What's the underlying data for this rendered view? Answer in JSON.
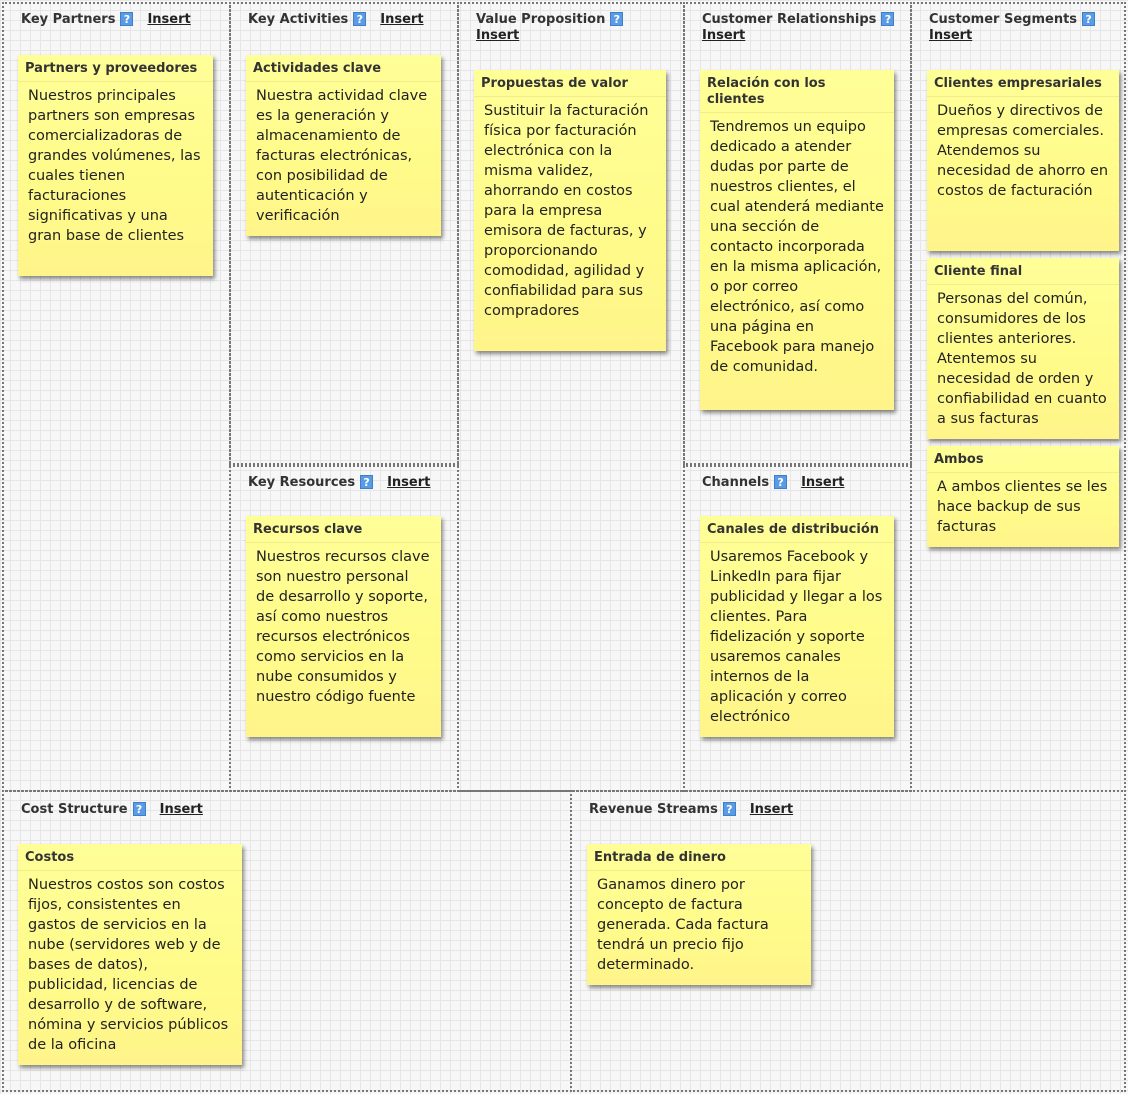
{
  "sections": {
    "key_partners": {
      "title": "Key Partners",
      "help": "?",
      "insert": "Insert"
    },
    "key_activities": {
      "title": "Key Activities",
      "help": "?",
      "insert": "Insert"
    },
    "key_resources": {
      "title": "Key Resources",
      "help": "?",
      "insert": "Insert"
    },
    "value_proposition": {
      "title": "Value Proposition",
      "help": "?",
      "insert": "Insert"
    },
    "customer_relationships": {
      "title": "Customer Relationships",
      "help": "?",
      "insert": "Insert"
    },
    "channels": {
      "title": "Channels",
      "help": "?",
      "insert": "Insert"
    },
    "customer_segments": {
      "title": "Customer Segments",
      "help": "?",
      "insert": "Insert"
    },
    "cost_structure": {
      "title": "Cost Structure",
      "help": "?",
      "insert": "Insert"
    },
    "revenue_streams": {
      "title": "Revenue Streams",
      "help": "?",
      "insert": "Insert"
    }
  },
  "notes": {
    "partners": {
      "title": "Partners y proveedores",
      "body": "Nuestros principales partners son empresas comercializadoras de grandes volúmenes, las cuales tienen facturaciones significativas y una gran base de clientes"
    },
    "activities": {
      "title": "Actividades clave",
      "body": "Nuestra actividad clave es la generación y almacenamiento de facturas electrónicas, con posibilidad de autenticación y verificación"
    },
    "resources": {
      "title": "Recursos clave",
      "body": "Nuestros recursos clave son nuestro personal de desarrollo y soporte, así como nuestros recursos electrónicos como servicios en la nube consumidos y nuestro código fuente"
    },
    "value": {
      "title": "Propuestas de valor",
      "body": "Sustituir la facturación física por facturación electrónica con la misma validez, ahorrando en costos para la empresa emisora de facturas, y proporcionando comodidad, agilidad y confiabilidad para sus compradores"
    },
    "relationship": {
      "title": "Relación con los clientes",
      "body": "Tendremos un equipo dedicado a atender dudas por parte de nuestros clientes, el cual atenderá mediante una sección de contacto incorporada en la misma aplicación, o por correo electrónico, así como una página en Facebook para manejo de comunidad."
    },
    "channels": {
      "title": "Canales de distribución",
      "body": "Usaremos Facebook y LinkedIn para fijar publicidad y llegar a los clientes. Para fidelización y soporte usaremos canales internos de la aplicación y correo electrónico"
    },
    "seg_business": {
      "title": "Clientes empresariales",
      "body": "Dueños y directivos de empresas comerciales. Atendemos su necesidad de ahorro en costos de facturación"
    },
    "seg_final": {
      "title": "Cliente final",
      "body": "Personas del común, consumidores de los clientes anteriores. Atentemos su necesidad de orden y confiabilidad en cuanto a sus facturas"
    },
    "seg_both": {
      "title": "Ambos",
      "body": "A ambos clientes se les hace backup de sus facturas"
    },
    "costs": {
      "title": "Costos",
      "body": "Nuestros costos son costos fijos, consistentes en gastos de servicios en la nube (servidores web y de bases de datos), publicidad, licencias de desarrollo y de software, nómina y servicios públicos de la oficina"
    },
    "revenue": {
      "title": "Entrada de dinero",
      "body": "Ganamos dinero por concepto de factura generada. Cada factura tendrá un precio fijo determinado."
    }
  }
}
